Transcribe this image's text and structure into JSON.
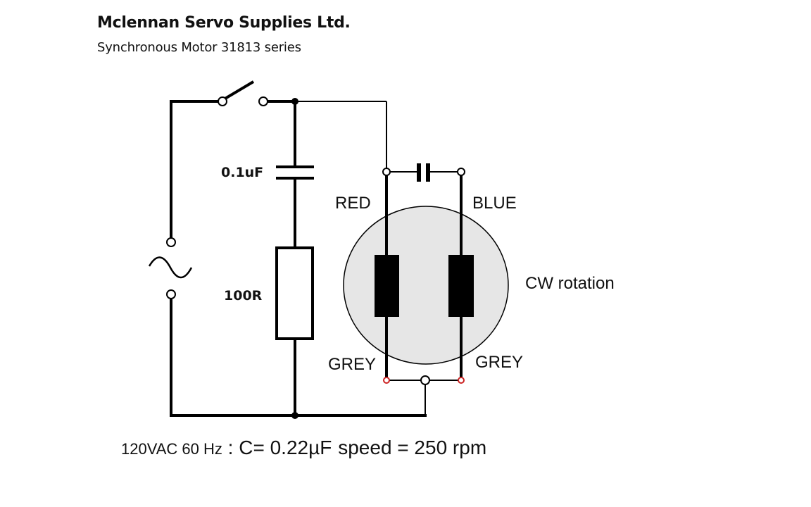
{
  "header": {
    "company": "Mclennan Servo Supplies Ltd.",
    "subtitle": "Synchronous Motor 31813 series"
  },
  "labels": {
    "capacitor": "0.1uF",
    "resistor": "100R",
    "wire_red": "RED",
    "wire_blue": "BLUE",
    "wire_grey_left": "GREY",
    "wire_grey_right": "GREY",
    "rotation": "CW rotation",
    "ac_symbol": "~"
  },
  "footer": {
    "supply": "120VAC 60 Hz",
    "separator": " : ",
    "capacitance": "C= 0.22µF",
    "speed": "speed = 250 rpm"
  },
  "colors": {
    "wire": "#000000",
    "motor_fill": "#e6e6e6",
    "terminal_red": "#cc2222"
  }
}
